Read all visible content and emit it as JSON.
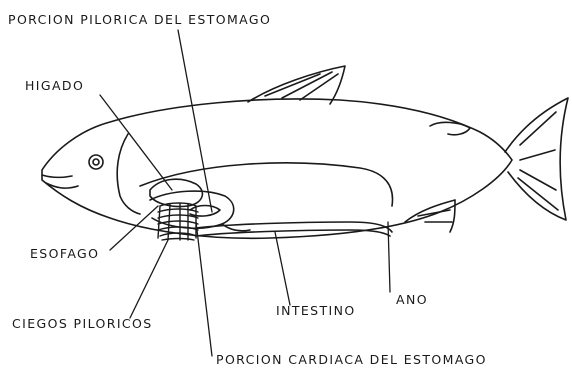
{
  "labels": {
    "porcion_pilorica": "PORCION PILORICA  DEL ESTOMAGO",
    "higado": "HIGADO",
    "esofago": "ESOFAGO",
    "ciegos_piloricos": "CIEGOS PILORICOS",
    "intestino": "INTESTINO",
    "ano": "ANO",
    "porcion_cardiaca": "PORCION CARDIACA  DEL ESTOMAGO"
  },
  "colors": {
    "ink": "#1a1a1a",
    "paper": "#ffffff"
  }
}
